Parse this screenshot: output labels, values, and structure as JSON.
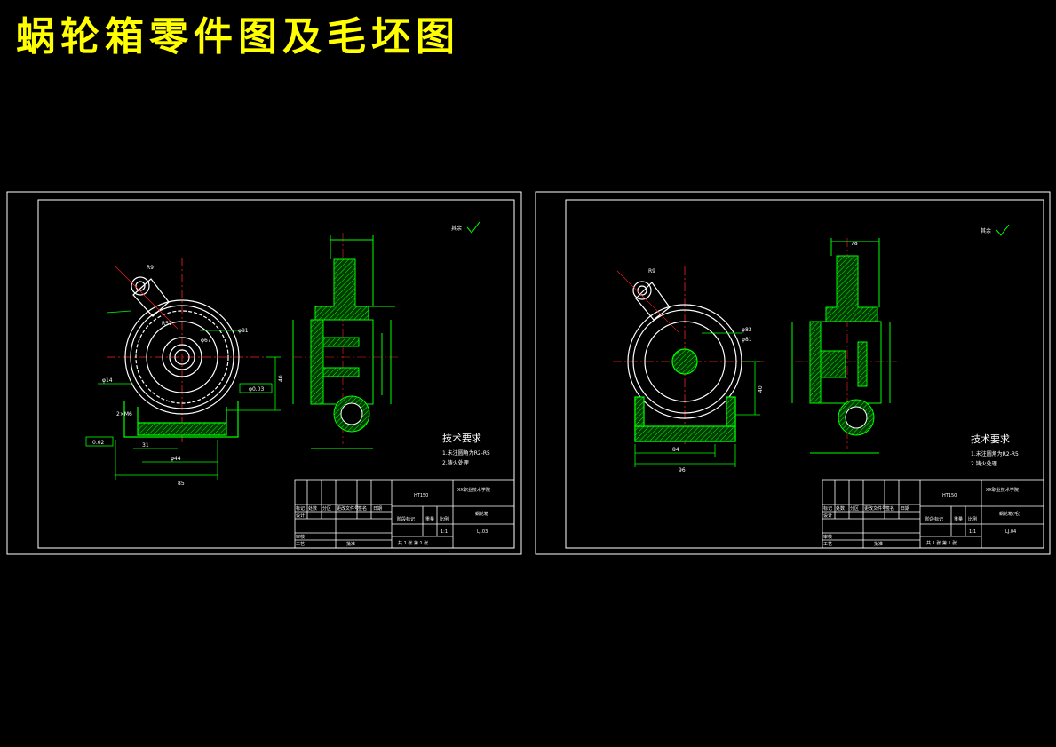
{
  "page": {
    "title": "蜗轮箱零件图及毛坯图"
  },
  "colors": {
    "background": "#000000",
    "title": "#ffff00",
    "frame": "#ffffff",
    "outline": "#00ff00",
    "centerline": "#ff2020",
    "dimension": "#00ff00"
  },
  "left_sheet": {
    "tech_title": "技术要求",
    "tech_items": [
      "1.未注圆角为R2-R5",
      "2.铸火处理"
    ],
    "roughness_note": "其余",
    "titleblock": {
      "material": "HT150",
      "school": "XX职业技术学院",
      "part_name": "蜗轮箱",
      "drawing_no": "LJ.03",
      "scale": "1:1",
      "sheet_info": "共 1 张  第 1 张",
      "labels": [
        "标记",
        "处数",
        "分区",
        "更改文件号",
        "签名",
        "日期",
        "设计",
        "审核",
        "工艺",
        "批准",
        "阶段标记",
        "重量",
        "比例"
      ]
    },
    "dims": [
      "φ81",
      "φ67",
      "R9",
      "R57",
      "φ44",
      "31",
      "85",
      "40",
      "φ14",
      "2×M6",
      "φ0.03",
      "0.02"
    ]
  },
  "right_sheet": {
    "tech_title": "技术要求",
    "tech_items": [
      "1.未注圆角为R2-R5",
      "2.铸火处理"
    ],
    "roughness_note": "其余",
    "titleblock": {
      "material": "HT150",
      "school": "XX职业技术学院",
      "part_name": "蜗轮箱(毛)",
      "drawing_no": "LJ.04",
      "scale": "1:1",
      "sheet_info": "共 1 张  第 1 张",
      "labels": [
        "标记",
        "处数",
        "分区",
        "更改文件号",
        "签名",
        "日期",
        "设计",
        "审核",
        "工艺",
        "批准",
        "阶段标记",
        "重量",
        "比例"
      ]
    },
    "dims": [
      "φ83",
      "φ81",
      "R9",
      "40",
      "84",
      "96",
      "78"
    ]
  }
}
